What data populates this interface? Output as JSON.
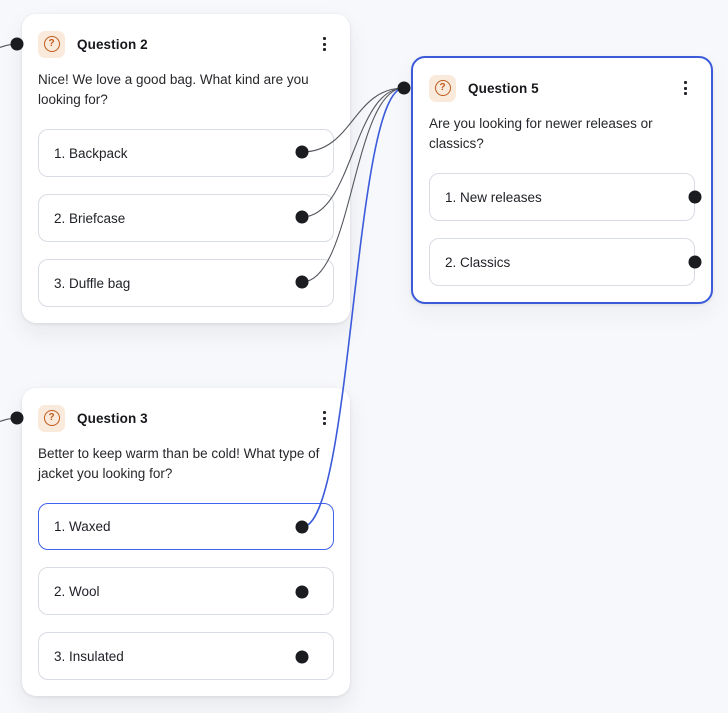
{
  "canvas": {
    "background_color": "#f7f8fb"
  },
  "icons": {
    "question_glyph": "?",
    "node_icon_name": "question-mark-circle-icon",
    "menu_icon_name": "kebab-vertical-icon"
  },
  "colors": {
    "canvas_background": "#f7f8fb",
    "node_background": "#ffffff",
    "selected_node_border": "#3b5bdb",
    "selected_option_border": "#4263eb",
    "edge_default": "#54565e",
    "edge_selected": "#3b5bdb",
    "icon_orange": "#c05a1e",
    "icon_background": "#faeadb",
    "handle_color": "#1b1c20"
  },
  "nodes": [
    {
      "id": "question-2",
      "type": "question",
      "title": "Question 2",
      "body": "Nice! We love a good bag. What kind are you looking for?",
      "options": [
        "1. Backpack",
        "2. Briefcase",
        "3. Duffle bag"
      ],
      "selected": false,
      "selected_option": null
    },
    {
      "id": "question-5",
      "type": "question",
      "title": "Question 5",
      "body": "Are you looking for newer releases or classics?",
      "options": [
        "1. New releases",
        "2. Classics"
      ],
      "selected": true,
      "selected_option": null
    },
    {
      "id": "question-3",
      "type": "question",
      "title": "Question 3",
      "body": "Better to keep warm than be cold! What type of jacket you looking for?",
      "options": [
        "1. Waxed",
        "2. Wool",
        "3. Insulated"
      ],
      "selected": false,
      "selected_option": "1. Waxed"
    }
  ],
  "edges": [
    {
      "from": "question-2 / 1. Backpack",
      "to": "question-5",
      "state": "default"
    },
    {
      "from": "question-2 / 2. Briefcase",
      "to": "question-5",
      "state": "default"
    },
    {
      "from": "question-2 / 3. Duffle bag",
      "to": "question-5",
      "state": "default"
    },
    {
      "from": "question-3 / 1. Waxed",
      "to": "question-5",
      "state": "selected"
    },
    {
      "from": "offscreen-left",
      "to": "question-2",
      "state": "default"
    },
    {
      "from": "offscreen-left",
      "to": "question-3",
      "state": "default"
    }
  ]
}
